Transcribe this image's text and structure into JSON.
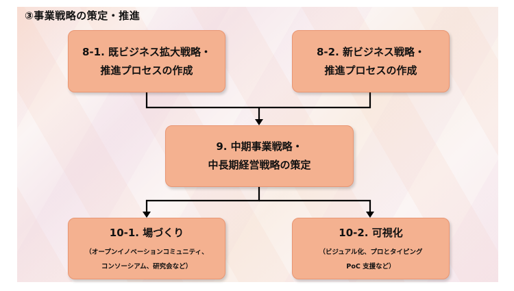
{
  "section_title": "③事業戦略の策定・推進",
  "boxes": {
    "b8_1": {
      "line1": "8-1. 既ビジネス拡大戦略・",
      "line2": "推進プロセスの作成"
    },
    "b8_2": {
      "line1": "8-2. 新ビジネス戦略・",
      "line2": "推進プロセスの作成"
    },
    "b9": {
      "line1": "9. 中期事業戦略・",
      "line2": "中長期経営戦略の策定"
    },
    "b10_1": {
      "title": "10-1. 場づくり",
      "sub1": "（オープンイノベーションコミュニティ、",
      "sub2": "コンソーシアム、研究会など）"
    },
    "b10_2": {
      "title": "10-2. 可視化",
      "sub1": "（ビジュアル化、プロとタイピング",
      "sub2": "PoC 支援など）"
    }
  },
  "colors": {
    "box_fill": "#f4b190",
    "box_border": "#e99572",
    "connector": "#000000"
  }
}
